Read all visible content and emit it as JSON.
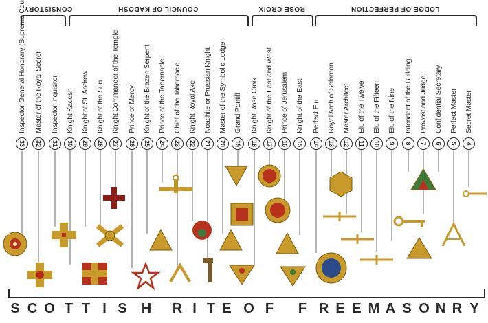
{
  "sections": [
    {
      "label": "CONSISTORY"
    },
    {
      "label": "COUNCIL OF KADOSH"
    },
    {
      "label": "ROSE CROIX"
    },
    {
      "label": "LODGE OF PERFECTION"
    }
  ],
  "degrees": [
    {
      "num": "33",
      "name": "Inspector General Honorary (Supreme Council)"
    },
    {
      "num": "32",
      "name": "Master of the Royal Secret"
    },
    {
      "num": "31",
      "name": "Inspector Inquisitor"
    },
    {
      "num": "30",
      "name": "Knight Kadosh"
    },
    {
      "num": "29",
      "name": "Knight of St. Andrew"
    },
    {
      "num": "28",
      "name": "Knight of the Sun"
    },
    {
      "num": "27",
      "name": "Knight Commander of the Temple"
    },
    {
      "num": "26",
      "name": "Prince of Mercy"
    },
    {
      "num": "25",
      "name": "Knight of the Brazen Serpent"
    },
    {
      "num": "24",
      "name": "Prince of the Tabernacle"
    },
    {
      "num": "23",
      "name": "Chief of the Tabernacle"
    },
    {
      "num": "22",
      "name": "Knight Royal Axe"
    },
    {
      "num": "21",
      "name": "Noachite or Prussian Knight"
    },
    {
      "num": "20",
      "name": "Master of the Symbolic Lodge"
    },
    {
      "num": "19",
      "name": "Grand Pontiff"
    },
    {
      "num": "18",
      "name": "Knight Rose Croix"
    },
    {
      "num": "17",
      "name": "Knight of the East and West"
    },
    {
      "num": "16",
      "name": "Prince of Jerusalem"
    },
    {
      "num": "15",
      "name": "Knight of the East"
    },
    {
      "num": "14",
      "name": "Perfect Elu"
    },
    {
      "num": "13",
      "name": "Royal Arch of Solomon"
    },
    {
      "num": "12",
      "name": "Master Architect"
    },
    {
      "num": "11",
      "name": "Elu of the Twelve"
    },
    {
      "num": "10",
      "name": "Elu of the Fifteen"
    },
    {
      "num": "9",
      "name": "Elu of the Nine"
    },
    {
      "num": "8",
      "name": "Intendant of the Building"
    },
    {
      "num": "7",
      "name": "Provost and Judge"
    },
    {
      "num": "6",
      "name": "Confidential Secretary"
    },
    {
      "num": "5",
      "name": "Perfect Master"
    },
    {
      "num": "4",
      "name": "Secret Master"
    }
  ],
  "bottom_letters": [
    "S",
    "C",
    "O",
    "T",
    "T",
    "I",
    "S",
    "H",
    "R",
    "I",
    "T",
    "E",
    "O",
    "F",
    "F",
    "R",
    "E",
    "E",
    "M",
    "A",
    "S",
    "O",
    "N",
    "R",
    "Y"
  ],
  "colors": {
    "ink": "#2a2a2a",
    "gold": "#c89a2a",
    "red": "#b8321e",
    "green": "#3f7a3a",
    "blue": "#2b4a8a"
  }
}
